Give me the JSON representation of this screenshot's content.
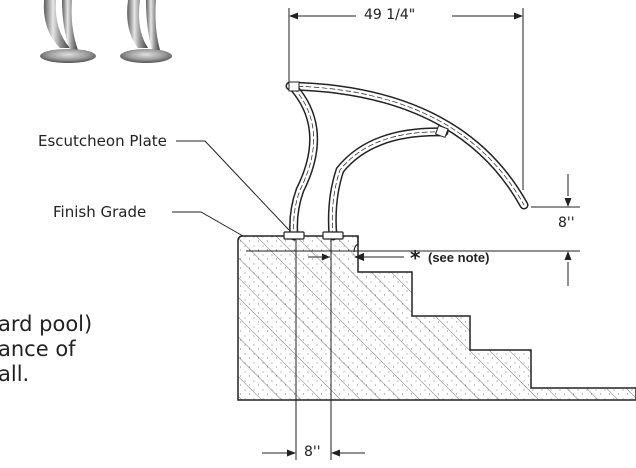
{
  "diagram": {
    "labels": {
      "escutcheon_plate": "Escutcheon Plate",
      "finish_grade": "Finish Grade"
    },
    "dimensions": {
      "width": "49 1/4\"",
      "height_above_grade": "8''",
      "offset_bottom": "8''"
    },
    "note_marker": "*",
    "note_ref": "(see note)",
    "partial_text": [
      "ard pool)",
      "ance of",
      "all."
    ]
  },
  "colors": {
    "line": "#222222",
    "hatch": "#555555",
    "rail_fill": "#ffffff",
    "photo_rail": "#8a8a8a"
  },
  "icons": [
    "stainless-rail-photo-icon",
    "pool-step-section-icon"
  ]
}
